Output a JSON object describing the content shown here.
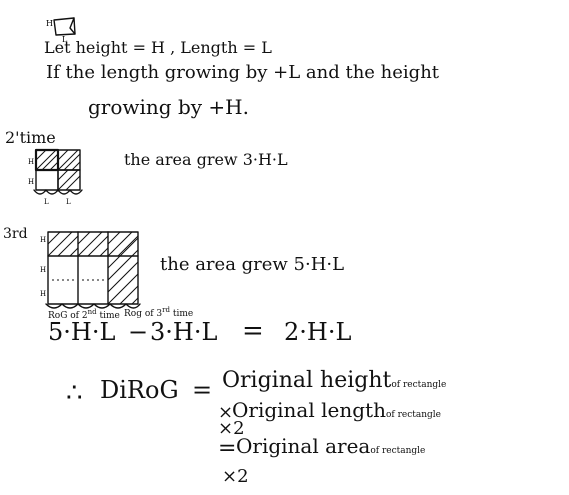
{
  "notes": {
    "line1": "Let height = H , Length = L",
    "line2": "If the length growing by +L and the height",
    "line3": "growing by +H.",
    "second_time_label": "2'time",
    "second_time_result": "the area grew 3·H·L",
    "third_time_label": "3rd",
    "third_time_result": "the area grew 5·H·L",
    "rog_2nd_label": "RoG of 2",
    "rog_2nd_sup": "nd",
    "rog_2nd_suffix": " time",
    "rog_3rd_label": "Rog of 3",
    "rog_3rd_sup": "rd",
    "rog_3rd_suffix": " time",
    "equation_left": "5·H·L",
    "equation_minus": "−",
    "equation_right": "3·H·L",
    "equation_equals": "=",
    "equation_result": "2·H·L",
    "therefore_symbol": "∴",
    "conclusion_lhs": "DiRoG",
    "conclusion_eq": "=",
    "conclusion_term1": "Original height",
    "conclusion_term1_note": "of rectangle",
    "conclusion_times1": "×",
    "conclusion_term2": "Original length",
    "conclusion_term2_note": "of rectangle",
    "conclusion_times2": "×2",
    "conclusion_eq2": "=",
    "conclusion_term3": "Original area",
    "conclusion_term3_note": "of rectangle",
    "conclusion_times3": "×2"
  },
  "figure_labels": {
    "h": "H",
    "l": "L"
  }
}
